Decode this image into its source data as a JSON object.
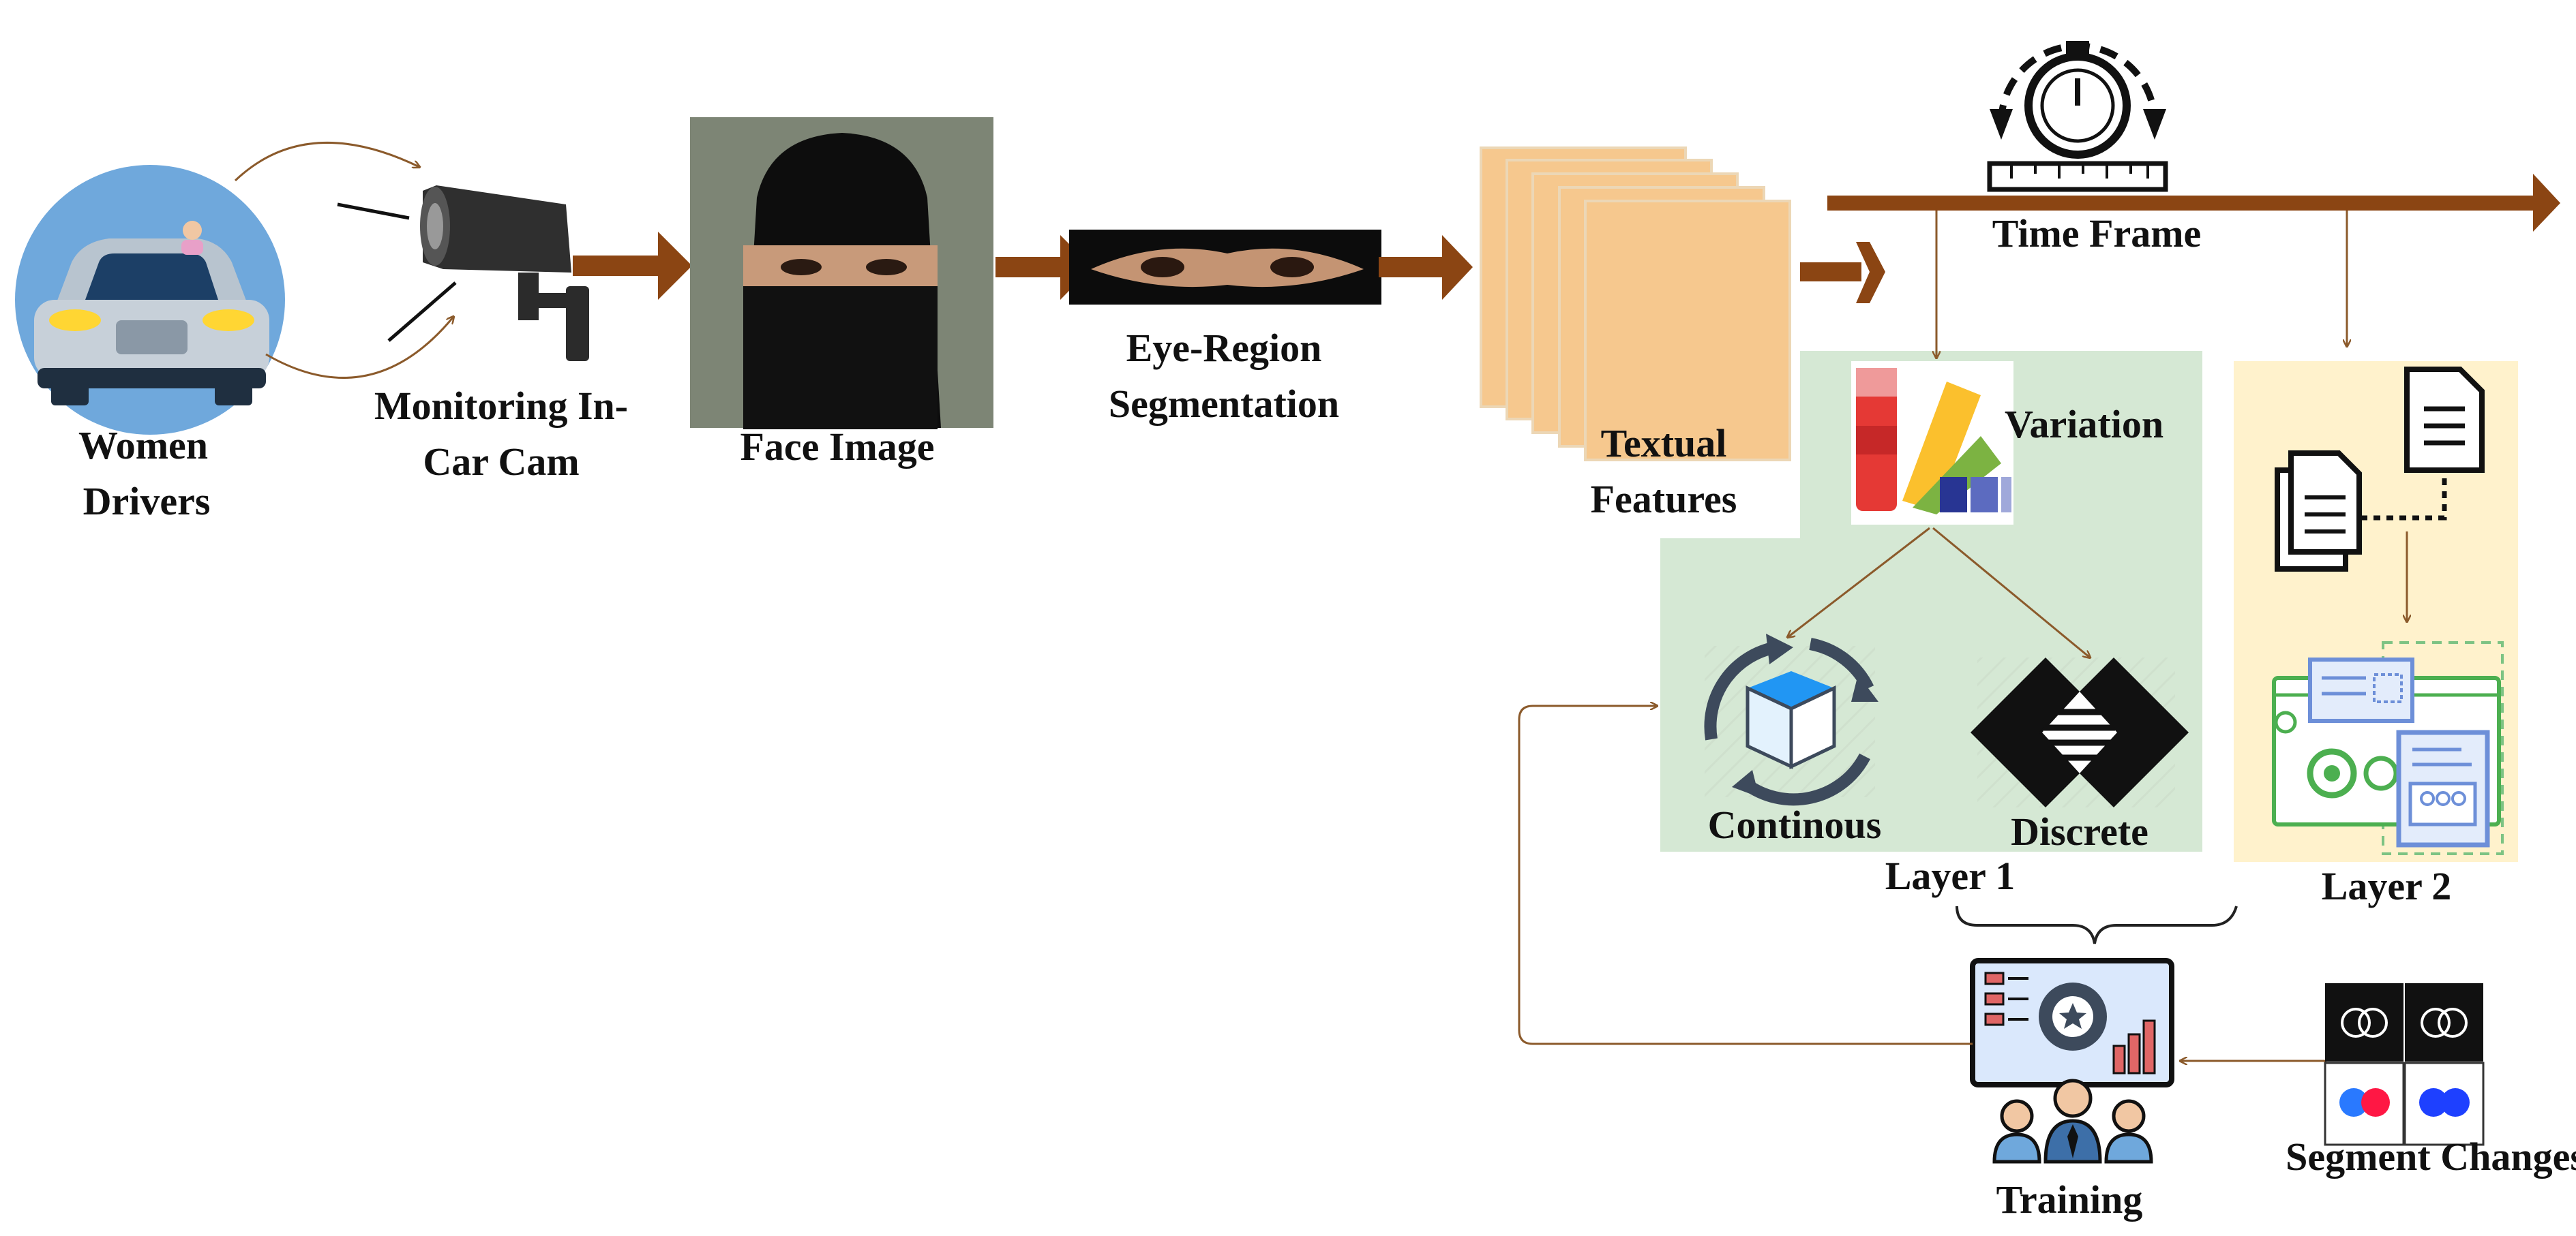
{
  "labels": {
    "women_drivers_1": "Women",
    "women_drivers_2": "Drivers",
    "monitoring_1": "Monitoring In-",
    "monitoring_2": "Car Cam",
    "face_image": "Face Image",
    "eye_region_1": "Eye-Region",
    "eye_region_2": "Segmentation",
    "textual_1": "Textual",
    "textual_2": "Features",
    "time_frame": "Time Frame",
    "variation": "Variation",
    "continous": "Continous",
    "discrete": "Discrete",
    "layer1": "Layer 1",
    "layer2": "Layer 2",
    "training": "Training",
    "segment_changes": "Segment Changes"
  },
  "colors": {
    "arrow_brown": "#8B4513",
    "thin_arrow": "#8B5A2B",
    "layer1_bg": "#D5E8D4",
    "layer2_bg": "#FFF2CC",
    "feature_card": "#F6C88E",
    "car_circle": "#6FA8DC",
    "training_screen": "#DAE8FC"
  },
  "icons": {
    "car": "car-icon",
    "camera": "cctv-camera-icon",
    "stopwatch": "stopwatch-icon",
    "palette": "color-palette-icon",
    "continuous": "cycle-cube-icon",
    "discrete": "diamond-pattern-icon",
    "documents": "document-icon",
    "dashboard": "dashboard-gear-icon",
    "training": "training-presentation-icon"
  }
}
